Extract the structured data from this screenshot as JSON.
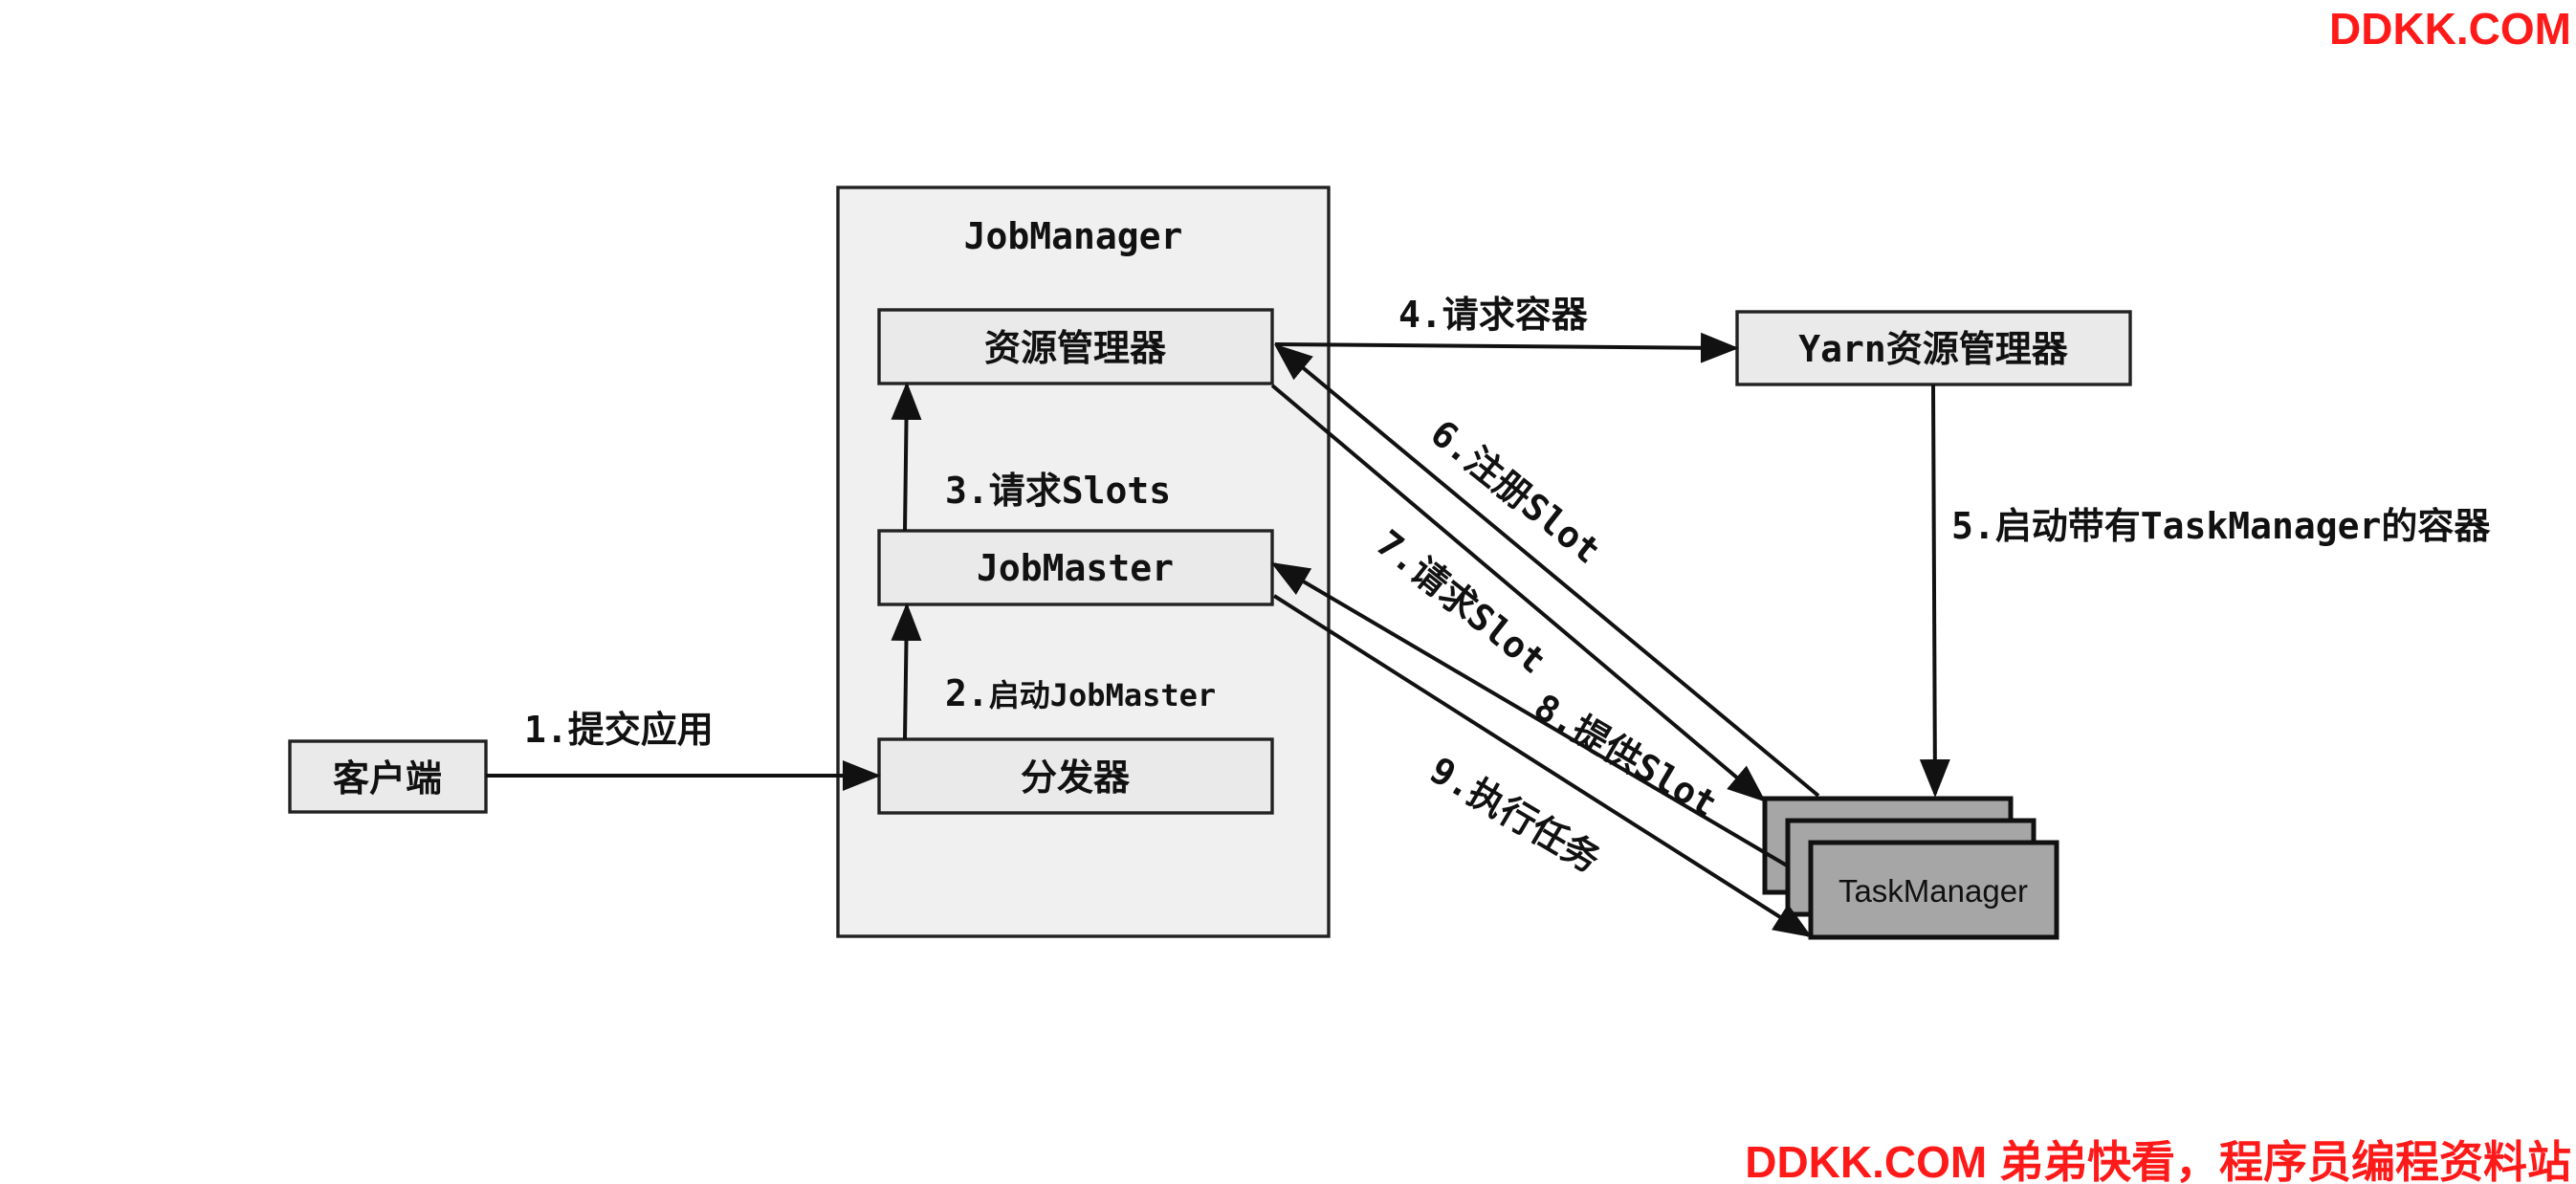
{
  "watermark": {
    "top": "DDKK.COM",
    "bottom": "DDKK.COM 弟弟快看，程序员编程资料站"
  },
  "nodes": {
    "client": "客户端",
    "jobmanager": "JobManager",
    "resource_manager": "资源管理器",
    "jobmaster": "JobMaster",
    "dispatcher": "分发器",
    "yarn_rm": "Yarn资源管理器",
    "taskmanager": "TaskManager"
  },
  "edges": {
    "e1": "1.提交应用",
    "e2_num": "2.",
    "e2_text": "启动JobMaster",
    "e3": "3.请求Slots",
    "e4": "4.请求容器",
    "e5": "5.启动带有TaskManager的容器",
    "e6": "6.注册Slot",
    "e7": "7.请求Slot",
    "e8": "8.提供Slot",
    "e9": "9.执行任务"
  },
  "colors": {
    "watermark": "#ff1a1a",
    "box_fill": "#eaeaea",
    "container_fill": "#f0f0f0",
    "taskmanager_fill": "#a6a6a6",
    "stroke": "#111111"
  }
}
